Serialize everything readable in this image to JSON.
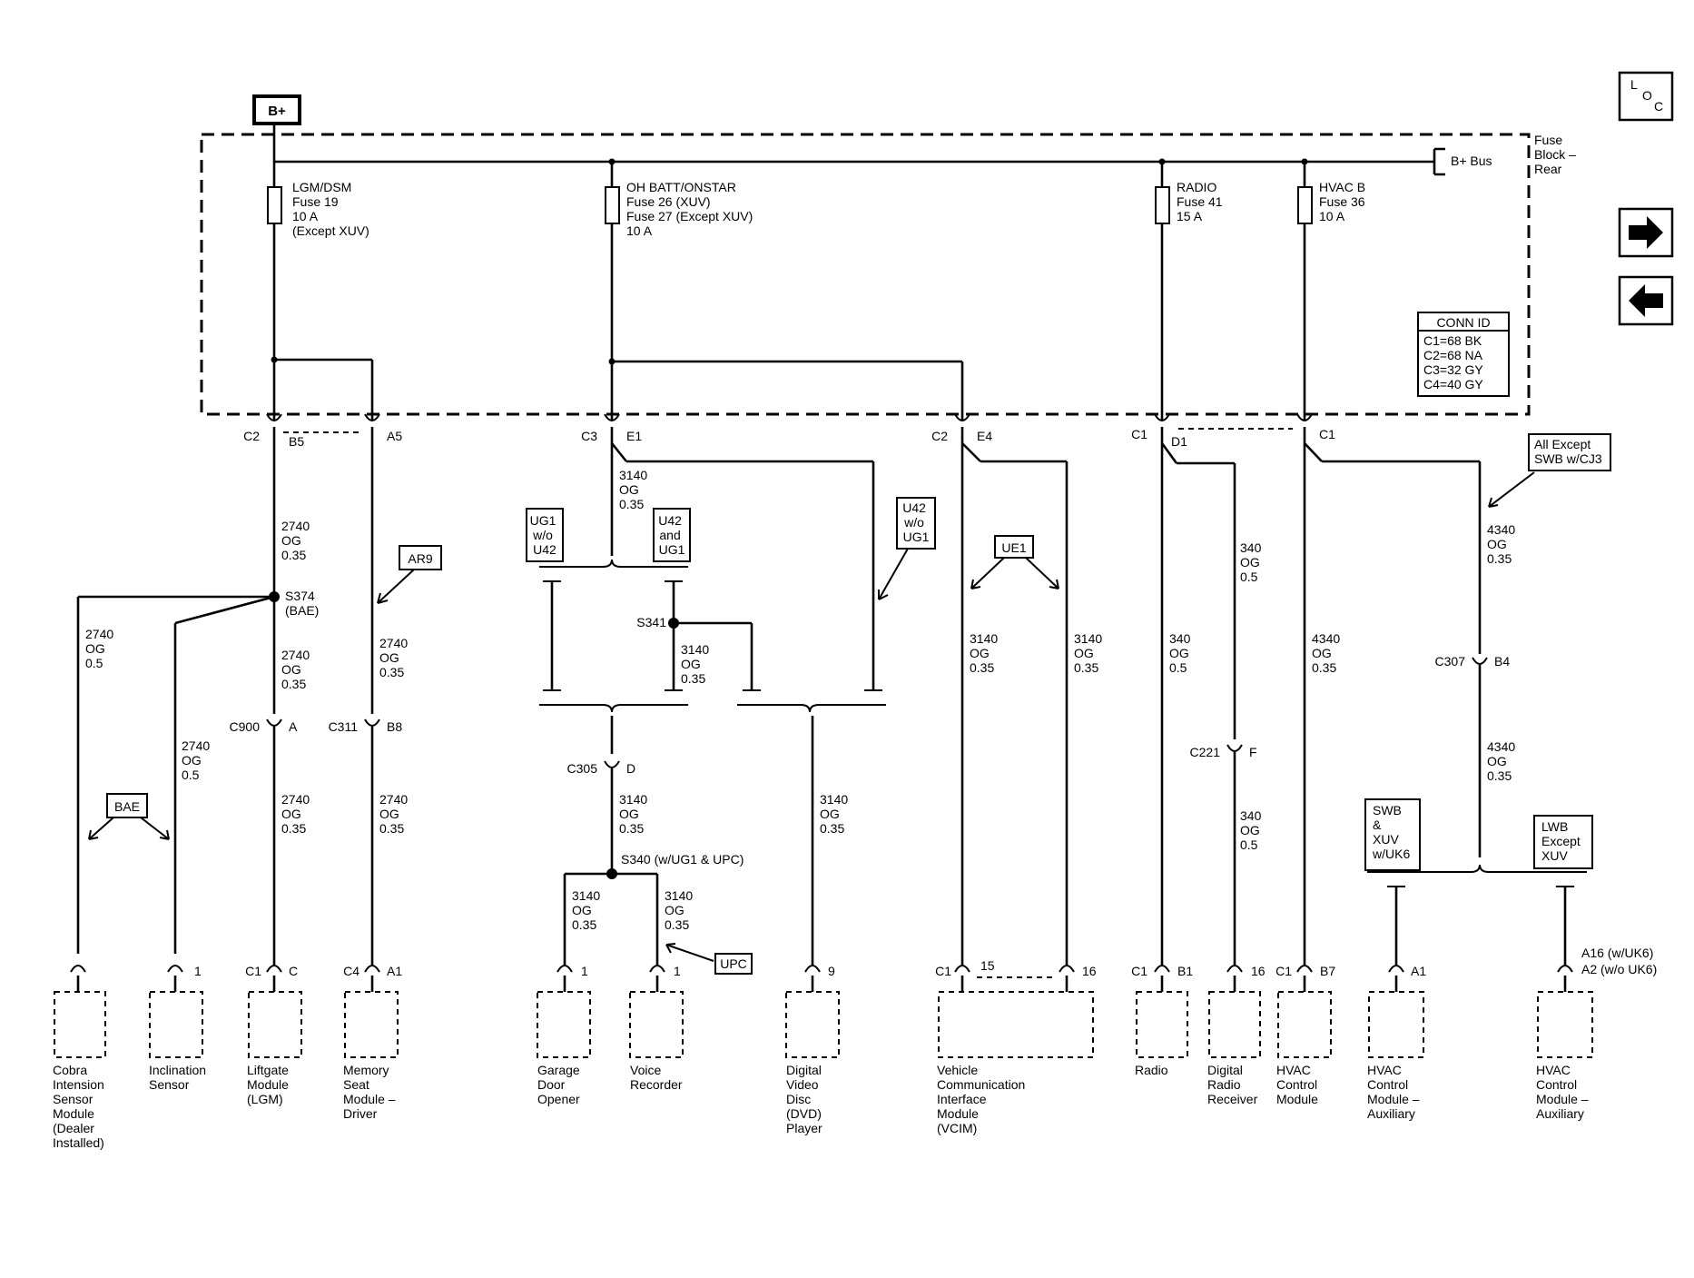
{
  "power": {
    "source": "B+",
    "bus": "B+ Bus"
  },
  "fuse_block": {
    "lines": [
      "Fuse",
      "Block –",
      "Rear"
    ]
  },
  "conn_id": {
    "title": "CONN ID",
    "lines": [
      "C1=68 BK",
      "C2=68 NA",
      "C3=32 GY",
      "C4=40 GY"
    ]
  },
  "nav": {
    "loc": [
      "L",
      "O",
      "C"
    ],
    "next": "next-arrow-icon",
    "prev": "prev-arrow-icon"
  },
  "fuses": [
    {
      "lines": [
        "LGM/DSM",
        "Fuse 19",
        "10 A",
        "(Except XUV)"
      ]
    },
    {
      "lines": [
        "OH BATT/ONSTAR",
        "Fuse 26 (XUV)",
        "Fuse 27 (Except XUV)",
        "10 A"
      ]
    },
    {
      "lines": [
        "RADIO",
        "Fuse 41",
        "15 A"
      ]
    },
    {
      "lines": [
        "HVAC B",
        "Fuse 36",
        "10 A"
      ]
    }
  ],
  "connectors": [
    {
      "l": "C2",
      "r": "B5"
    },
    {
      "l": "",
      "r": "A5"
    },
    {
      "l": "C3",
      "r": "E1"
    },
    {
      "l": "C2",
      "r": "E4"
    },
    {
      "l": "C1",
      "r": "D1"
    },
    {
      "l": "",
      "r": "C1"
    },
    {
      "l": "C900",
      "r": "A"
    },
    {
      "l": "C311",
      "r": "B8"
    },
    {
      "l": "C305",
      "r": "D"
    },
    {
      "l": "C221",
      "r": "F"
    },
    {
      "l": "C307",
      "r": "B4"
    }
  ],
  "wires": [
    {
      "lines": [
        "2740",
        "OG",
        "0.35"
      ]
    },
    {
      "lines": [
        "2740",
        "OG",
        "0.5"
      ]
    },
    {
      "lines": [
        "2740",
        "OG",
        "0.35"
      ]
    },
    {
      "lines": [
        "2740",
        "OG",
        "0.35"
      ]
    },
    {
      "lines": [
        "2740",
        "OG",
        "0.5"
      ]
    },
    {
      "lines": [
        "2740",
        "OG",
        "0.35"
      ]
    },
    {
      "lines": [
        "2740",
        "OG",
        "0.35"
      ]
    },
    {
      "lines": [
        "3140",
        "OG",
        "0.35"
      ]
    },
    {
      "lines": [
        "3140",
        "OG",
        "0.35"
      ]
    },
    {
      "lines": [
        "3140",
        "OG",
        "0.35"
      ]
    },
    {
      "lines": [
        "3140",
        "OG",
        "0.35"
      ]
    },
    {
      "lines": [
        "3140",
        "OG",
        "0.35"
      ]
    },
    {
      "lines": [
        "3140",
        "OG",
        "0.35"
      ]
    },
    {
      "lines": [
        "3140",
        "OG",
        "0.35"
      ]
    },
    {
      "lines": [
        "3140",
        "OG",
        "0.35"
      ]
    },
    {
      "lines": [
        "340",
        "OG",
        "0.5"
      ]
    },
    {
      "lines": [
        "340",
        "OG",
        "0.5"
      ]
    },
    {
      "lines": [
        "340",
        "OG",
        "0.5"
      ]
    },
    {
      "lines": [
        "4340",
        "OG",
        "0.35"
      ]
    },
    {
      "lines": [
        "4340",
        "OG",
        "0.35"
      ]
    },
    {
      "lines": [
        "4340",
        "OG",
        "0.35"
      ]
    }
  ],
  "splices": [
    {
      "lines": [
        "S374",
        "(BAE)"
      ]
    },
    {
      "lines": [
        "S341"
      ]
    },
    {
      "lines": [
        "S340 (w/UG1 & UPC)"
      ]
    }
  ],
  "options": [
    {
      "lines": [
        "AR9"
      ]
    },
    {
      "lines": [
        "BAE"
      ]
    },
    {
      "lines": [
        "UG1",
        "w/o",
        "U42"
      ]
    },
    {
      "lines": [
        "U42",
        "and",
        "UG1"
      ]
    },
    {
      "lines": [
        "U42",
        "w/o",
        "UG1"
      ]
    },
    {
      "lines": [
        "UE1"
      ]
    },
    {
      "lines": [
        "UPC"
      ]
    },
    {
      "lines": [
        "All Except",
        "SWB w/CJ3"
      ]
    },
    {
      "lines": [
        "SWB",
        "&",
        "XUV",
        "w/UK6"
      ]
    },
    {
      "lines": [
        "LWB",
        "Except",
        "XUV"
      ]
    }
  ],
  "terminals": [
    {
      "text": "1"
    },
    {
      "text": "C1"
    },
    {
      "text": "C"
    },
    {
      "text": "C4"
    },
    {
      "text": "A1"
    },
    {
      "text": "1"
    },
    {
      "text": "1"
    },
    {
      "text": "9"
    },
    {
      "text": "C1"
    },
    {
      "text": "15"
    },
    {
      "text": "16"
    },
    {
      "text": "C1"
    },
    {
      "text": "B1"
    },
    {
      "text": "16"
    },
    {
      "text": "C1"
    },
    {
      "text": "B7"
    },
    {
      "text": "A1"
    },
    {
      "text": "A16 (w/UK6)"
    },
    {
      "text": "A2 (w/o UK6)"
    }
  ],
  "components": [
    {
      "lines": [
        "Cobra",
        "Intension",
        "Sensor",
        "Module",
        "(Dealer",
        "Installed)"
      ]
    },
    {
      "lines": [
        "Inclination",
        "Sensor"
      ]
    },
    {
      "lines": [
        "Liftgate",
        "Module",
        "(LGM)"
      ]
    },
    {
      "lines": [
        "Memory",
        "Seat",
        "Module –",
        "Driver"
      ]
    },
    {
      "lines": [
        "Garage",
        "Door",
        "Opener"
      ]
    },
    {
      "lines": [
        "Voice",
        "Recorder"
      ]
    },
    {
      "lines": [
        "Digital",
        "Video",
        "Disc",
        "(DVD)",
        "Player"
      ]
    },
    {
      "lines": [
        "Vehicle",
        "Communication",
        "Interface",
        "Module",
        "(VCIM)"
      ]
    },
    {
      "lines": [
        "Radio"
      ]
    },
    {
      "lines": [
        "Digital",
        "Radio",
        "Receiver"
      ]
    },
    {
      "lines": [
        "HVAC",
        "Control",
        "Module"
      ]
    },
    {
      "lines": [
        "HVAC",
        "Control",
        "Module –",
        "Auxiliary"
      ]
    },
    {
      "lines": [
        "HVAC",
        "Control",
        "Module –",
        "Auxiliary"
      ]
    }
  ]
}
